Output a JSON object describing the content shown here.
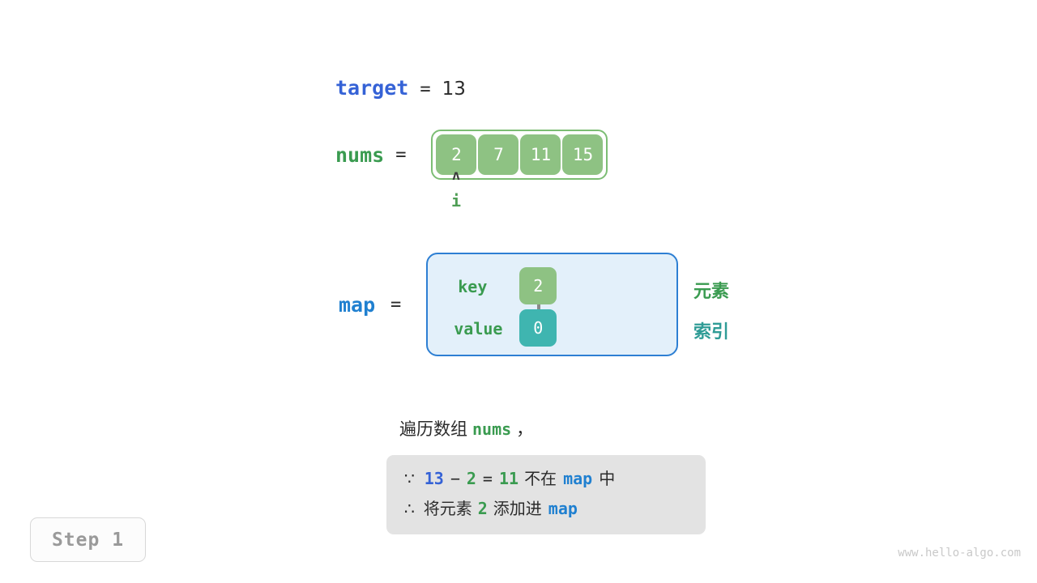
{
  "target": {
    "label": "target",
    "equals": "=",
    "value": "13"
  },
  "nums": {
    "label": "nums",
    "equals": "=",
    "cells": [
      "2",
      "7",
      "11",
      "15"
    ]
  },
  "pointer": {
    "caret": "ʌ",
    "name": "i",
    "index": 0
  },
  "map": {
    "label": "map",
    "equals": "=",
    "key_label": "key",
    "value_label": "value",
    "key_cell": "2",
    "value_cell": "0",
    "arrow": "down-arrow",
    "side_labels": {
      "element": "元素",
      "index": "索引"
    }
  },
  "description": {
    "prefix": "遍历数组",
    "keyword": "nums",
    "suffix": "，"
  },
  "reason": {
    "line1": {
      "symbol": "∵",
      "target_value": "13",
      "minus": "−",
      "current_value": "2",
      "equals": "=",
      "result": "11",
      "text_not_in": "不在",
      "map_name": "map",
      "text_in": "中"
    },
    "line2": {
      "symbol": "∴",
      "text_add": "将元素",
      "element": "2",
      "text_into": "添加进",
      "map_name": "map"
    }
  },
  "step_badge": "Step 1",
  "watermark": "www.hello-algo.com",
  "colors": {
    "target_blue": "#3562d6",
    "nums_green": "#3a9b50",
    "map_blue": "#2080d0",
    "cell_green": "#8ec283",
    "cell_teal": "#3fb5b0",
    "map_bg": "#e3f0fa",
    "map_border": "#2d7fd3",
    "reason_bg": "#e3e3e3"
  }
}
